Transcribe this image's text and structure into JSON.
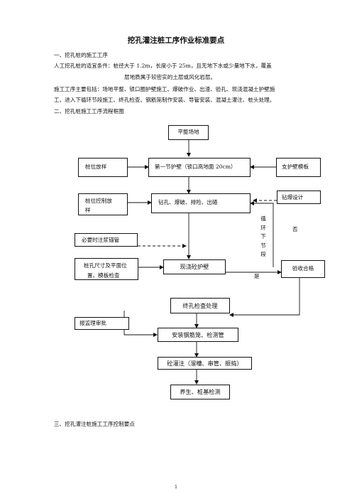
{
  "document": {
    "title": "挖孔灌注桩工序作业标准要点",
    "section1_heading": "一、挖孔桩的施工工序",
    "para1_line1": "人工挖孔桩的适宜条件：桩径大于 1.2m，长度小于 25m，且无地下水或少量地下水，覆盖",
    "para1_line2": "层地质属于较密实的土层或风化岩层。",
    "para2_line1": "施工工序主要包括：场地平整、锁口圈护壁施工、爆破作业、出渣、验孔、现浇混凝土护壁施",
    "para2_line2": "工、进入下循环节段施工、终孔检查、钢筋笼制作安装、导管安装、混凝土灌注、桩头处理。",
    "section2_heading": "二、挖孔桩施工工序流程框图",
    "section3_heading": "三、挖孔灌注桩施工工序控制要点",
    "page_number": "1"
  },
  "flowchart": {
    "site_leveling": "平整场地",
    "pile_layout": "桩位放样",
    "first_wall": "第一节护壁（锁口高地面 20cm）",
    "wall_formwork": "支护壁模板",
    "pile_control_line1": "桩位控制放",
    "pile_control_line2": "样",
    "drilling": "钻孔、爆破、排险、出碴",
    "blast_design": "钻爆设计",
    "grout_pipe": "必要时注浆锚管",
    "loop_label_chars": [
      "循",
      "环",
      "下",
      "节",
      "段"
    ],
    "no_label": "否",
    "check_line1": "桩孔尺寸及平面位",
    "check_line2": "置、模板检查",
    "cast_wall": "现浇砼护壁",
    "yes_label": "是",
    "acceptance": "验收合格",
    "final_hole": "终孔检查处理",
    "report": "报监理审批",
    "install_cage": "安装钢筋笼、检测管",
    "pour_concrete": "砼灌注（溜槽、串管、振捣）",
    "curing": "养生、桩基检测"
  }
}
